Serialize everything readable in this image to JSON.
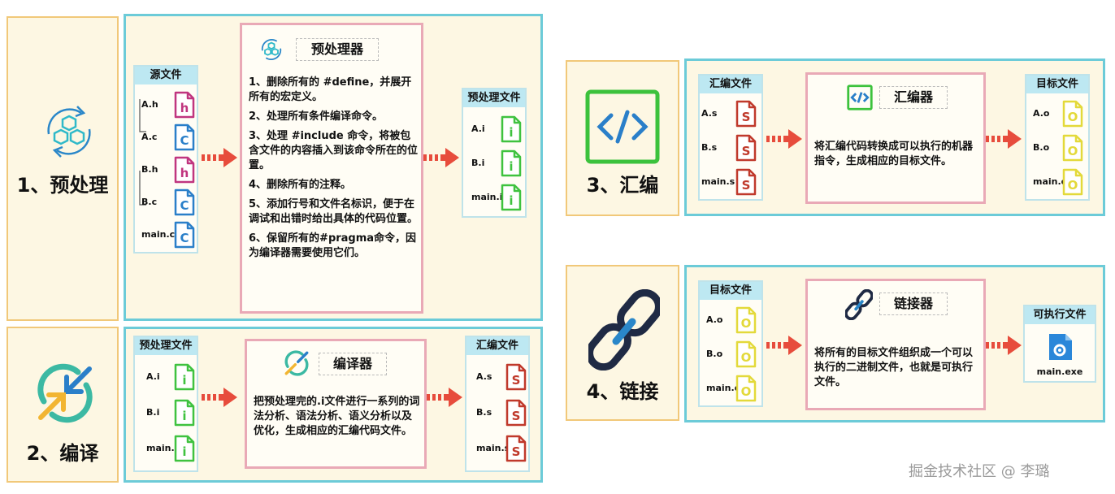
{
  "stages": {
    "preprocess": {
      "title": "1、预处理",
      "icon": "molecule-cycle-icon"
    },
    "compile": {
      "title": "2、编译",
      "icon": "sync-arrows-icon"
    },
    "assemble": {
      "title": "3、汇编",
      "icon": "code-brackets-icon"
    },
    "link": {
      "title": "4、链接",
      "icon": "chain-link-icon"
    }
  },
  "preprocess": {
    "input_header": "源文件",
    "inputs": [
      "A.h",
      "A.c",
      "B.h",
      "B.c",
      "main.c"
    ],
    "processor": "预处理器",
    "steps": [
      "1、删除所有的 #define，并展开所有的宏定义。",
      "2、处理所有条件编译命令。",
      "3、处理 #include 命令，将被包含文件的内容插入到该命令所在的位置。",
      "4、删除所有的注释。",
      "5、添加行号和文件名标识，便于在调试和出错时给出具体的代码位置。",
      "6、保留所有的#pragma命令，因为编译器需要使用它们。"
    ],
    "output_header": "预处理文件",
    "outputs": [
      "A.i",
      "B.i",
      "main.i"
    ]
  },
  "compile": {
    "input_header": "预处理文件",
    "inputs": [
      "A.i",
      "B.i",
      "main.i"
    ],
    "processor": "编译器",
    "description": "把预处理完的.i文件进行一系列的词法分析、语法分析、语义分析以及优化，生成相应的汇编代码文件。",
    "output_header": "汇编文件",
    "outputs": [
      "A.s",
      "B.s",
      "main.s"
    ]
  },
  "assemble": {
    "input_header": "汇编文件",
    "inputs": [
      "A.s",
      "B.s",
      "main.s"
    ],
    "processor": "汇编器",
    "description": "将汇编代码转换成可以执行的机器指令，生成相应的目标文件。",
    "output_header": "目标文件",
    "outputs": [
      "A.o",
      "B.o",
      "main.o"
    ]
  },
  "link": {
    "input_header": "目标文件",
    "inputs": [
      "A.o",
      "B.o",
      "main.o"
    ],
    "processor": "链接器",
    "description": "将所有的目标文件组织成一个可以执行的二进制文件，也就是可执行文件。",
    "output_header": "可执行文件",
    "outputs": [
      "main.exe"
    ]
  },
  "file_letters": {
    "h": "h",
    "c": "C",
    "i": "i",
    "s": "S",
    "o": "O"
  },
  "colors": {
    "h": "#c0357f",
    "c": "#2a7fc9",
    "i": "#3fc23f",
    "s": "#c0392b",
    "o": "#e3d93a",
    "arrow": "#e74c3c",
    "panel_border": "#6ccbd8",
    "stage_border": "#f1c879"
  },
  "watermark": "掘金技术社区 @ 李璐"
}
